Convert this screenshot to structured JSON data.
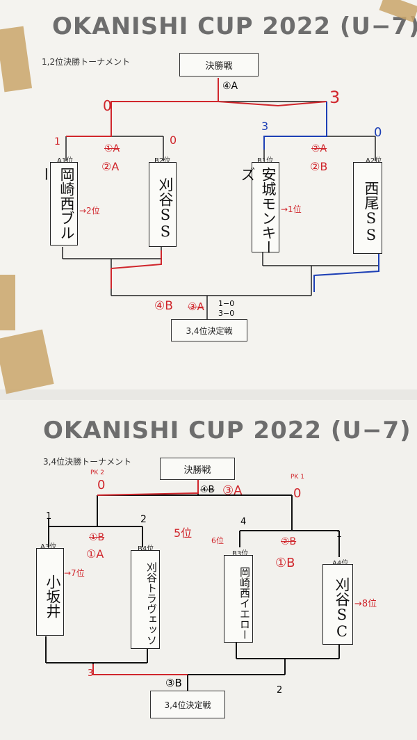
{
  "sheet1": {
    "title": "OKANISHI CUP 2022 (U−7)",
    "subtitle": "1,2位決勝トーナメント",
    "final_label": "決勝戦",
    "third_label": "3,4位決定戦",
    "final_match": "④A",
    "teams": [
      {
        "seed": "A1位",
        "name": "岡崎西ブルー"
      },
      {
        "seed": "B2位",
        "name": "刈谷SS"
      },
      {
        "seed": "B1位",
        "name": "安城モンキーズ"
      },
      {
        "seed": "A2位",
        "name": "西尾SS"
      }
    ],
    "semi_left": {
      "match_old": "①A",
      "match_new": "②A"
    },
    "semi_right": {
      "match_old": "②A",
      "match_new": "②B"
    },
    "scores": {
      "final_left": "0",
      "final_right": "3",
      "semi_l_left": "1",
      "semi_l_right": "0",
      "semi_r_left": "3",
      "semi_r_right": "0"
    },
    "placements": {
      "okazaki": "→2位",
      "anjo": "→1位"
    },
    "third_match_new": "④B",
    "third_match_old": "③A",
    "third_score_1": "1−0",
    "third_score_2": "3−0"
  },
  "sheet2": {
    "title": "OKANISHI CUP 2022 (U−7)",
    "subtitle": "3,4位決勝トーナメント",
    "final_label": "決勝戦",
    "third_label": "3,4位決定戦",
    "final_match_old": "④B",
    "final_match_new": "③A",
    "pk_left": "PK 2",
    "pk_right": "PK 1",
    "teams": [
      {
        "seed": "A3位",
        "name": "小坂井"
      },
      {
        "seed": "B4位",
        "name": "刈谷トラヴェッソ"
      },
      {
        "seed": "B3位",
        "name": "岡崎西イエロー"
      },
      {
        "seed": "A4位",
        "name": "刈谷SC"
      }
    ],
    "semi_left": {
      "match_old": "①B",
      "match_new": "①A"
    },
    "semi_right": {
      "match_old": "②B",
      "match_new": "①B"
    },
    "scores": {
      "final_left": "0",
      "final_right": "0",
      "semi_l_left": "1",
      "semi_l_right": "2",
      "semi_r_left": "4",
      "semi_r_right": "1",
      "third_left": "3",
      "third_right": "2"
    },
    "placements": {
      "kosakai": "→7位",
      "travesso": "5位",
      "yellow": "6位",
      "kariyasc": "→8位"
    },
    "third_match": "③B"
  }
}
